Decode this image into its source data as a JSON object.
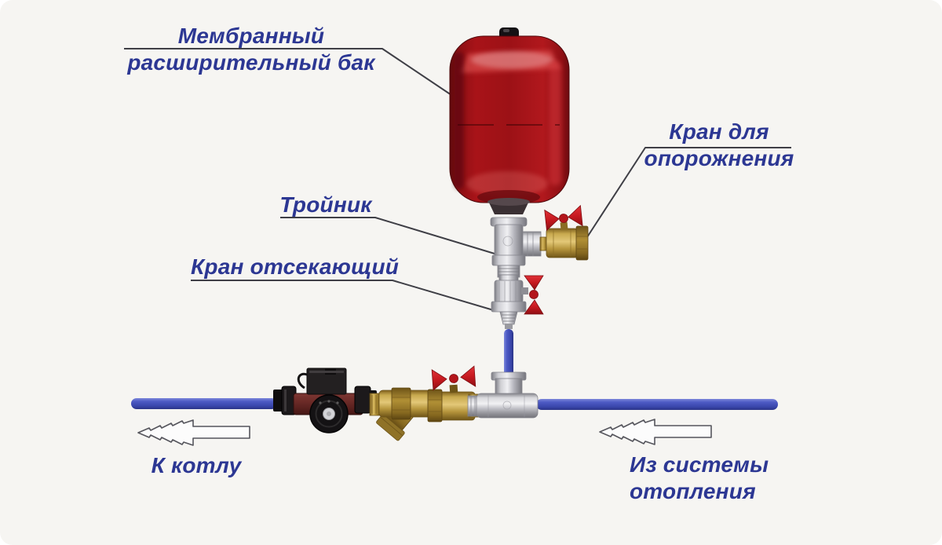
{
  "labels": {
    "expansion_tank": {
      "line1": "Мембранный",
      "line2": "расширительный бак"
    },
    "drain_valve": {
      "line1": "Кран для",
      "line2": "опорожнения"
    },
    "tee": {
      "text": "Тройник"
    },
    "shutoff_valve": {
      "text": "Кран отсекающий"
    },
    "to_boiler": {
      "text": "К котлу"
    },
    "from_heating": {
      "line1": "Из системы",
      "line2": "отопления"
    }
  },
  "colors": {
    "background": "#f6f5f2",
    "label_text": "#2c3793",
    "leader_line": "#3f3f46",
    "pipe_blue": "#4553bf",
    "tank_red": "#a81318",
    "handle_red": "#c6191f",
    "brass": "#c8a94e",
    "chrome": "#c5c5cb",
    "pump_body_maroon": "#6b2a27",
    "pump_black": "#1c191b",
    "arrow_fill": "#fcfcfc",
    "arrow_outline": "#55555c"
  },
  "diagram_parts": [
    "expansion-tank",
    "air-valve-cap",
    "tee-fitting",
    "drain-valve",
    "shutoff-valve",
    "riser-pipe",
    "circulation-pump",
    "strainer-filter",
    "ball-valve",
    "main-line-tee",
    "main-pipe-left",
    "main-pipe-right",
    "flow-arrow-left",
    "flow-arrow-right"
  ]
}
